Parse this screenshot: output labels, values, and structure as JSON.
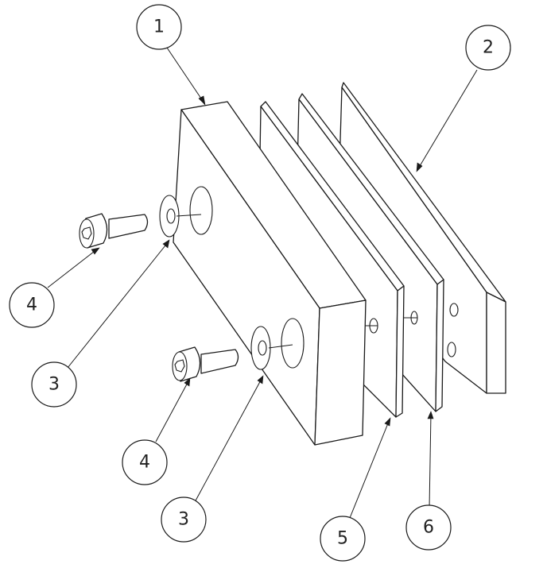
{
  "balloons": [
    {
      "label": "1"
    },
    {
      "label": "2"
    },
    {
      "label": "3"
    },
    {
      "label": "3"
    },
    {
      "label": "4"
    },
    {
      "label": "4"
    },
    {
      "label": "5"
    },
    {
      "label": "6"
    }
  ]
}
